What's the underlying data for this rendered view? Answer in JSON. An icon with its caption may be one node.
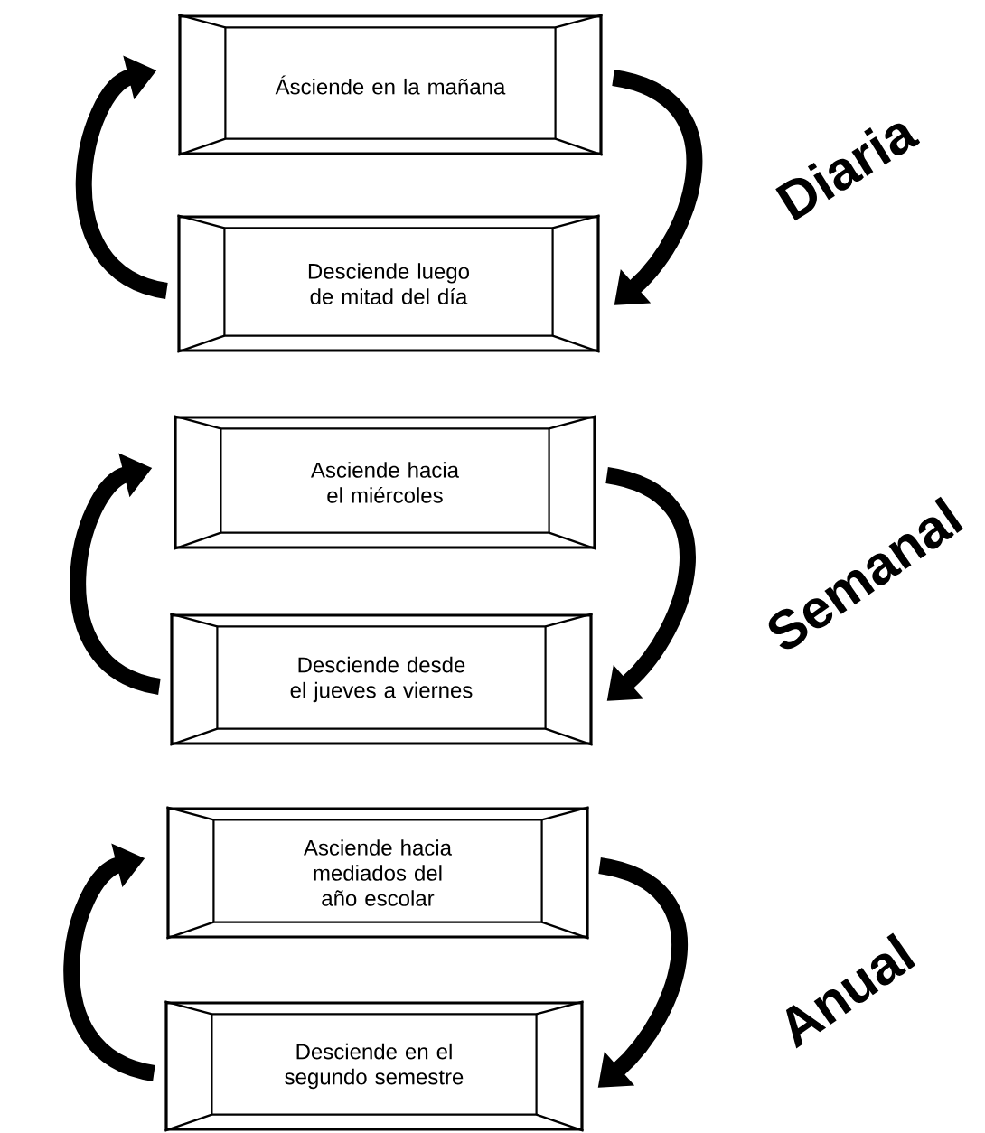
{
  "diagram": {
    "nodes": [
      {
        "text": [
          "Ásciende en la mañana"
        ]
      },
      {
        "text": [
          "Desciende luego de mitad del día"
        ]
      },
      {
        "text": [
          "Asciende hacia el miércoles"
        ]
      },
      {
        "text": [
          "Desciende desde el jueves a viernes"
        ]
      },
      {
        "text": [
          "Asciende hacia mediados del año escolar"
        ]
      },
      {
        "text": [
          "Desciende en el segundo semestre"
        ]
      }
    ],
    "edges": [
      {
        "from": 1,
        "to": 0,
        "arrow": "to"
      },
      {
        "from": 0,
        "to": 1,
        "arrow": "to"
      },
      {
        "from": 3,
        "to": 2,
        "arrow": "to"
      },
      {
        "from": 2,
        "to": 3,
        "arrow": "to"
      },
      {
        "from": 5,
        "to": 4,
        "arrow": "to"
      },
      {
        "from": 4,
        "to": 5,
        "arrow": "to"
      }
    ],
    "labels": [
      "Diaria",
      "Semanal",
      "Anual"
    ]
  }
}
